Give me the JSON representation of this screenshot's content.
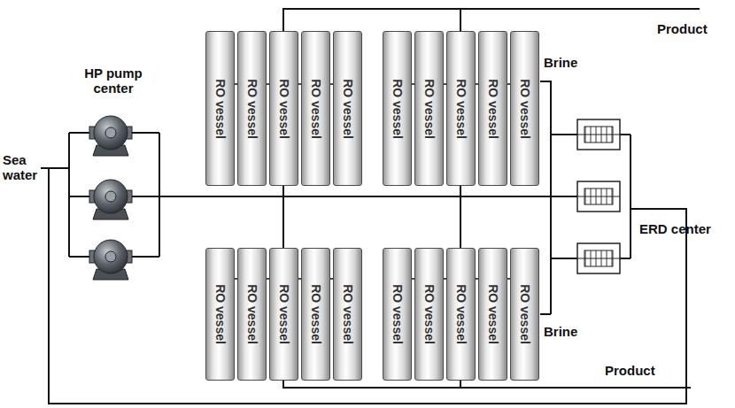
{
  "diagram": {
    "nodes": [
      {
        "text": [
          "RO vessel"
        ]
      },
      {
        "text": [
          "RO vessel"
        ]
      },
      {
        "text": [
          "RO vessel"
        ]
      },
      {
        "text": [
          "RO vessel"
        ]
      },
      {
        "text": [
          "RO vessel"
        ]
      },
      {
        "text": [
          "RO vessel"
        ]
      },
      {
        "text": [
          "RO vessel"
        ]
      },
      {
        "text": [
          "RO vessel"
        ]
      },
      {
        "text": [
          "RO vessel"
        ]
      },
      {
        "text": [
          "RO vessel"
        ]
      },
      {
        "text": [
          "RO vessel"
        ]
      },
      {
        "text": [
          "RO vessel"
        ]
      },
      {
        "text": [
          "RO vessel"
        ]
      },
      {
        "text": [
          "RO vessel"
        ]
      },
      {
        "text": [
          "RO vessel"
        ]
      },
      {
        "text": [
          "RO vessel"
        ]
      },
      {
        "text": [
          "RO vessel"
        ]
      },
      {
        "text": [
          "RO vessel"
        ]
      },
      {
        "text": [
          "RO vessel"
        ]
      },
      {
        "text": [
          "RO vessel"
        ]
      }
    ],
    "labels": [
      "Product",
      "Brine",
      "HP pump center",
      "Sea water",
      "ERD center",
      "Brine",
      "Product"
    ]
  }
}
